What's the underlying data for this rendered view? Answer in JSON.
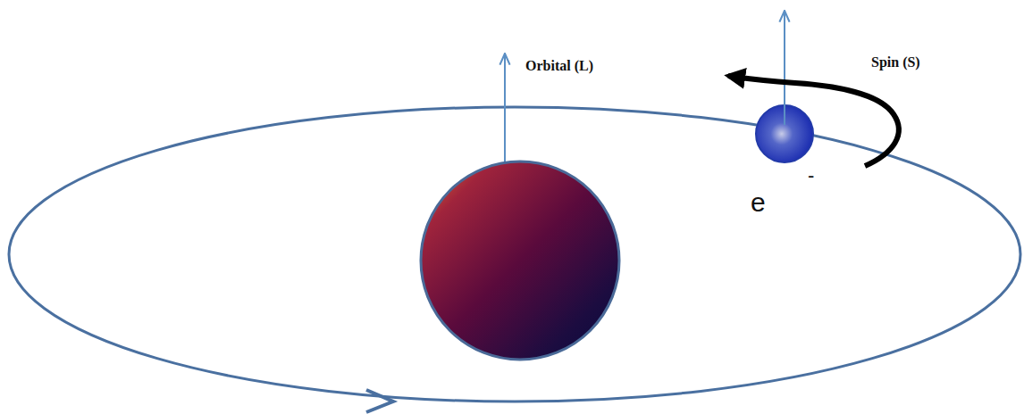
{
  "diagram": {
    "labels": [
      "Orbital (L)",
      "Spin (S)",
      "e",
      "-"
    ]
  }
}
